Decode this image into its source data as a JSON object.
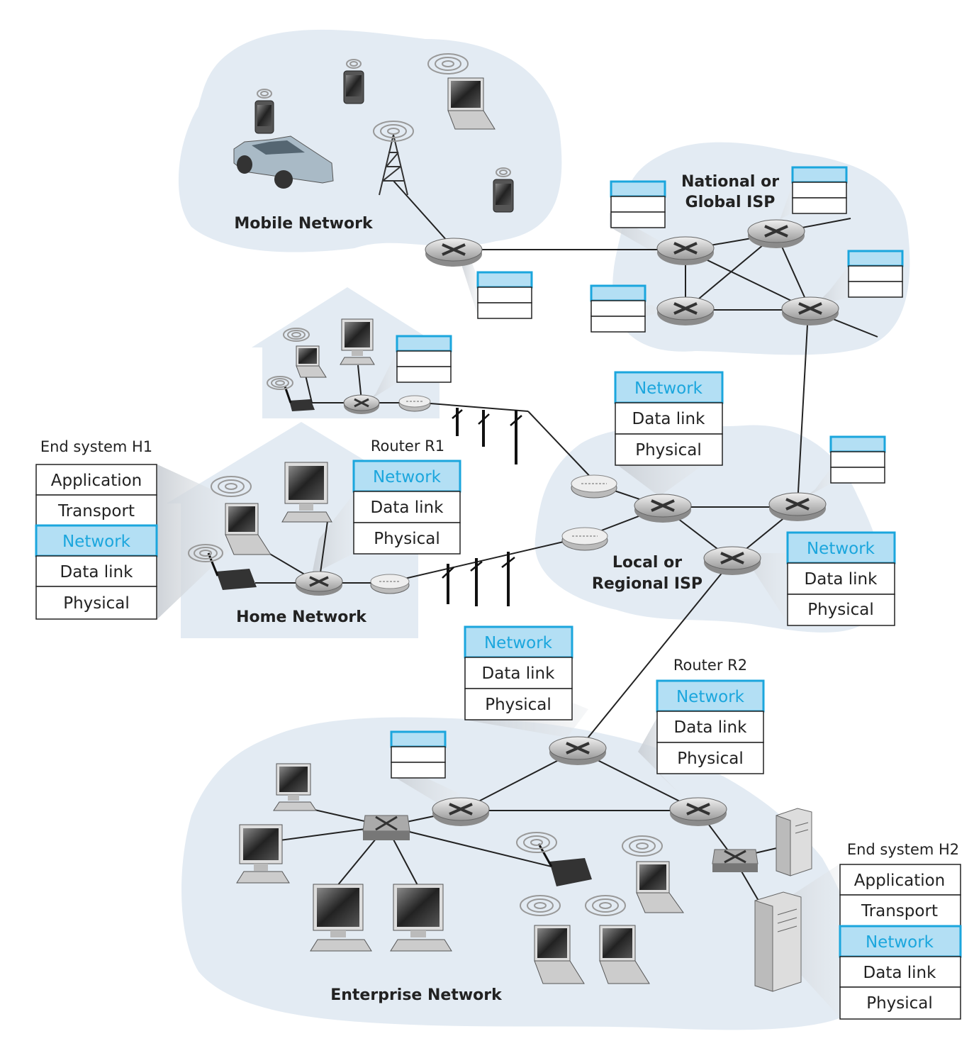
{
  "regions": {
    "mobile": "Mobile Network",
    "national": [
      "National or",
      "Global ISP"
    ],
    "local": [
      "Local or",
      "Regional ISP"
    ],
    "home": "Home Network",
    "enterprise": "Enterprise Network"
  },
  "end_system_h1": {
    "title": "End system H1",
    "layers": [
      "Application",
      "Transport",
      "Network",
      "Data link",
      "Physical"
    ],
    "highlight": "Network"
  },
  "end_system_h2": {
    "title": "End system H2",
    "layers": [
      "Application",
      "Transport",
      "Network",
      "Data link",
      "Physical"
    ],
    "highlight": "Network"
  },
  "router_r1": {
    "title": "Router R1",
    "layers": [
      "Network",
      "Data link",
      "Physical"
    ]
  },
  "router_r2": {
    "title": "Router R2",
    "layers": [
      "Network",
      "Data link",
      "Physical"
    ]
  },
  "local_isp_stack_upper": {
    "layers": [
      "Network",
      "Data link",
      "Physical"
    ]
  },
  "local_isp_stack_right": {
    "layers": [
      "Network",
      "Data link",
      "Physical"
    ]
  },
  "enterprise_stack_upper": {
    "layers": [
      "Network",
      "Data link",
      "Physical"
    ]
  },
  "colors": {
    "cloud": "#e3ebf3",
    "highlight_fill": "#b3dff4",
    "highlight_border": "#1ba6dd",
    "network_text": "#1ba6dd"
  }
}
